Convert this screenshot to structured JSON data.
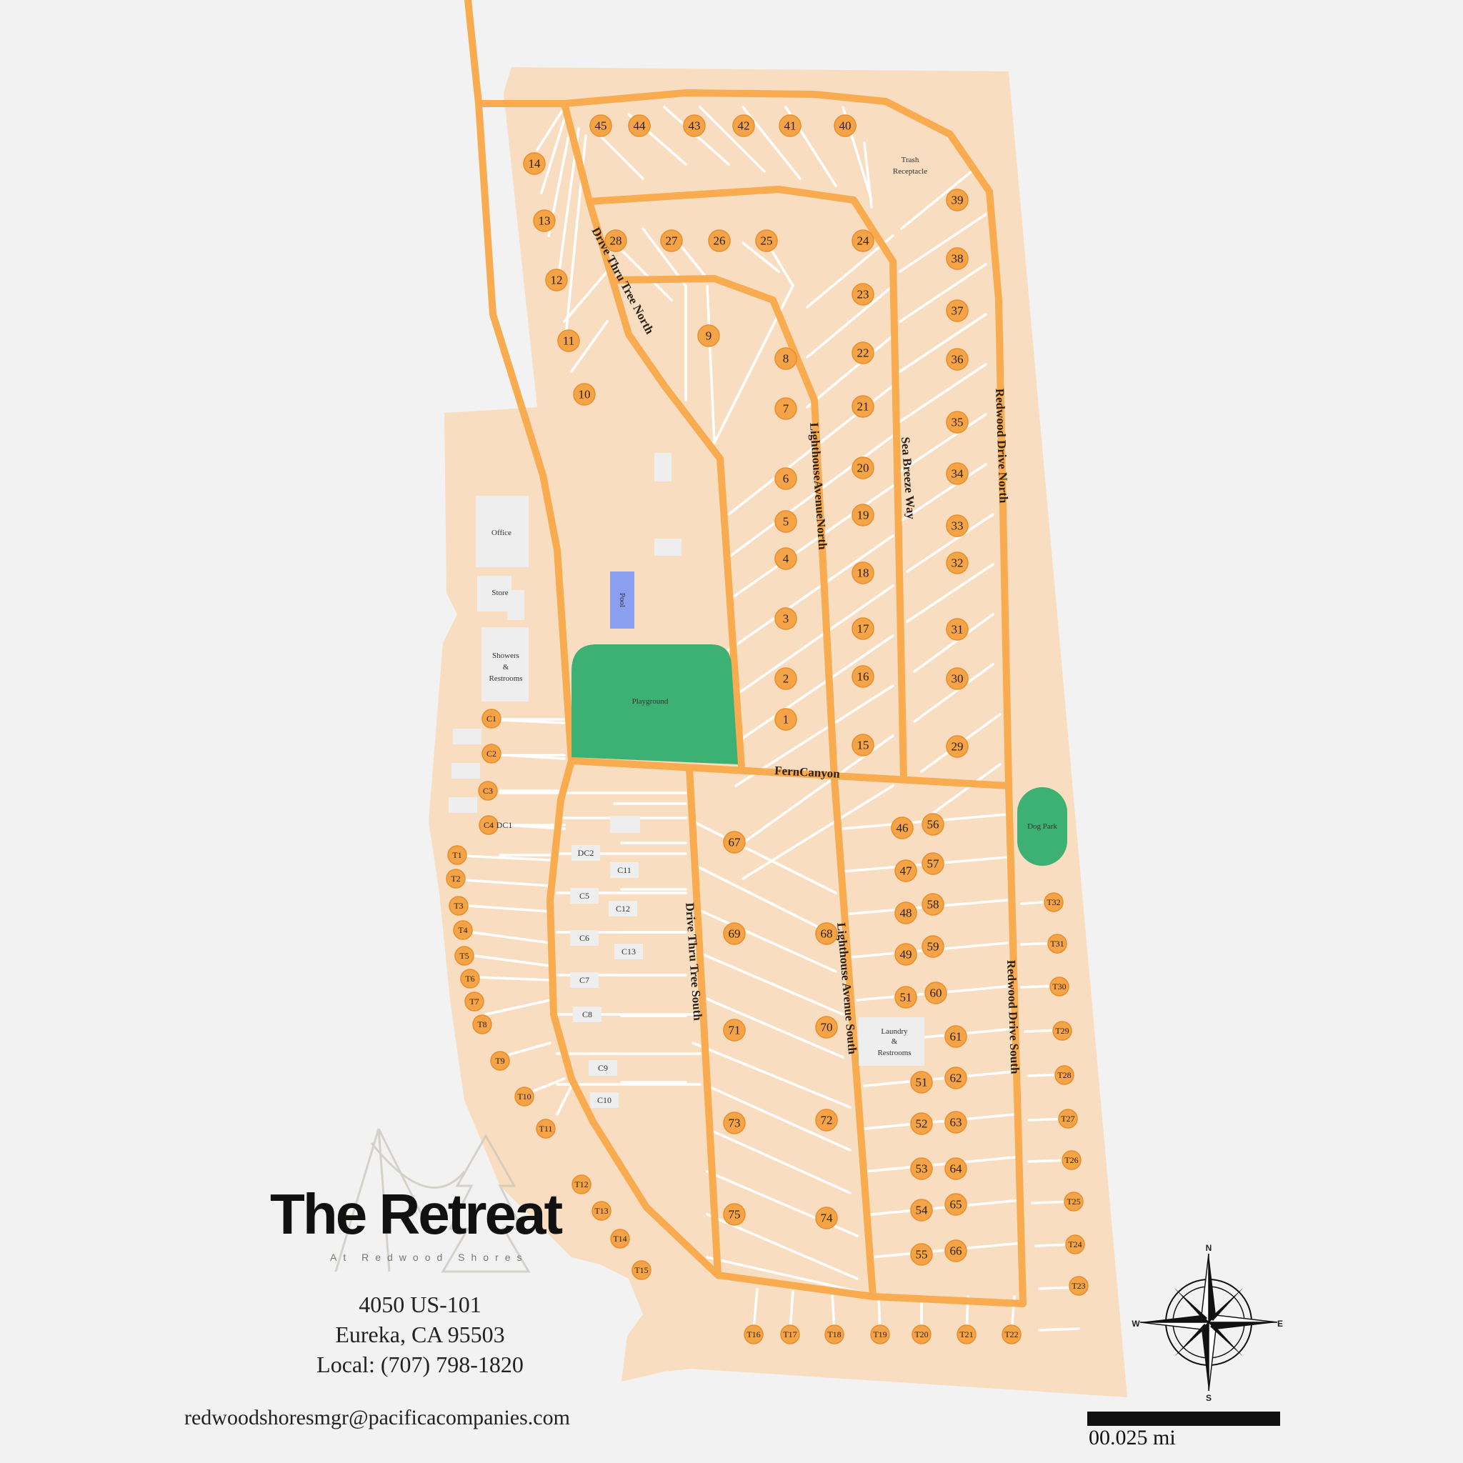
{
  "brand": {
    "title": "The Retreat",
    "subtitle": "At Redwood Shores",
    "address_line1": "4050 US-101",
    "address_line2": "Eureka, CA 95503",
    "phone": "Local: (707) 798-1820",
    "email": "redwoodshoresmgr@pacificacompanies.com"
  },
  "scale_label": "00.025 mi",
  "compass": {
    "n": "N",
    "s": "S",
    "e": "E",
    "w": "W"
  },
  "colors": {
    "land": "#f9ddc0",
    "road": "#f9ab4f",
    "site": "#f5a347",
    "green": "#3db074",
    "pool": "#8a9ff0",
    "building": "#eeeeee",
    "background": "#f2f2f2"
  },
  "roads": {
    "drive_thru_north": "Drive Thru Tree North",
    "lighthouse_north": "LighthouseAvenueNorth",
    "sea_breeze": "Sea Breeze Way",
    "redwood_north": "Redwood Drive North",
    "fern_canyon": "FernCanyon",
    "drive_thru_south": "Drive Thru Tree South",
    "lighthouse_south": "Lighthouse Avenue South",
    "redwood_south": "Redwood Drive South"
  },
  "facilities": {
    "office": "Office",
    "store": "Store",
    "showers": [
      "Showers",
      "&",
      "Restrooms"
    ],
    "pool": "Pool",
    "playground": "Playground",
    "dog_park": "Dog Park",
    "trash": [
      "Trash",
      "Receptacle"
    ],
    "laundry": [
      "Laundry",
      "&",
      "Restrooms"
    ]
  },
  "sites": [
    "45",
    "44",
    "43",
    "42",
    "41",
    "40",
    "14",
    "13",
    "12",
    "11",
    "10",
    "28",
    "27",
    "26",
    "25",
    "24",
    "23",
    "22",
    "21",
    "20",
    "19",
    "18",
    "17",
    "16",
    "15",
    "9",
    "8",
    "7",
    "6",
    "5",
    "4",
    "3",
    "2",
    "1",
    "39",
    "38",
    "37",
    "36",
    "35",
    "34",
    "33",
    "32",
    "31",
    "30",
    "29",
    "C1",
    "C2",
    "C3",
    "C4",
    "67",
    "69",
    "68",
    "71",
    "70",
    "73",
    "72",
    "75",
    "74",
    "46",
    "56",
    "47",
    "57",
    "48",
    "58",
    "49",
    "59",
    "51",
    "60",
    "61",
    "62",
    "52",
    "63",
    "53",
    "64",
    "54",
    "65",
    "55",
    "66"
  ],
  "small_sites": [
    "T1",
    "T2",
    "T3",
    "T4",
    "T5",
    "T6",
    "T7",
    "T8",
    "T9",
    "T10",
    "T11",
    "T12",
    "T13",
    "T14",
    "T15",
    "T16",
    "T17",
    "T18",
    "T19",
    "T20",
    "T21",
    "T22",
    "T23",
    "T24",
    "T25",
    "T26",
    "T27",
    "T28",
    "T29",
    "T30",
    "T31",
    "T32"
  ],
  "cabins": [
    "DC1",
    "DC2",
    "C5",
    "C6",
    "C7",
    "C8",
    "C9",
    "C10",
    "C11",
    "C12",
    "C13"
  ]
}
